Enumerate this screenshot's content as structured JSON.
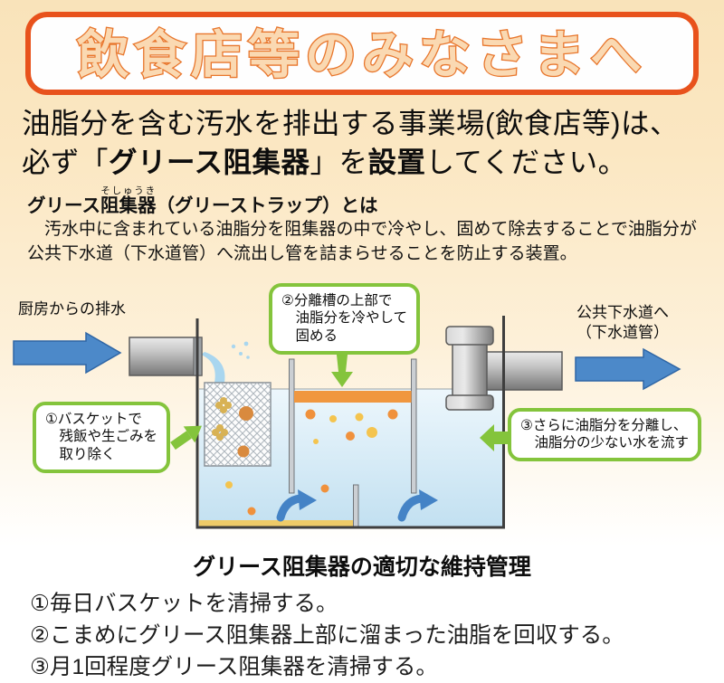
{
  "banner": {
    "title": "飲食店等のみなさまへ"
  },
  "statement": {
    "line1": "油脂分を含む汚水を排出する事業場(飲食店等)は、",
    "line2_parts": [
      "必ず「",
      "グリース阻集器",
      "」を",
      "設置",
      "してください。"
    ]
  },
  "definition": {
    "heading_pre": "グリース",
    "ruby_base": "阻集器",
    "ruby_text": "そしゅうき",
    "heading_post": "（グリーストラップ）とは",
    "body": "　汚水中に含まれている油脂分を阻集器の中で冷やし、固めて除去することで油脂分が\n公共下水道（下水道管）へ流出し管を詰まらせることを防止する装置。"
  },
  "diagram": {
    "kitchen_label": "厨房からの排水",
    "sewer_label": "公共下水道へ\n（下水道管）",
    "callout_basket": "①バスケットで\n　残飯や生ごみを\n　取り除く",
    "callout_cool": "②分離槽の上部で\n　油脂分を冷やして\n　固める",
    "callout_separate": "③さらに油脂分を分離し、\n　油脂分の少ない水を流す"
  },
  "maintenance": {
    "title": "グリース阻集器の適切な維持管理",
    "items": [
      "①毎日バスケットを清掃する。",
      "②こまめにグリース阻集器上部に溜まった油脂を回収する。",
      "③月1回程度グリース阻集器を清掃する。"
    ]
  },
  "colors": {
    "page_top": "#F9E3BA",
    "banner_border": "#E8521C",
    "title_fill": "#FAD9B2",
    "title_stroke": "#E8762C",
    "callout_green": "#84C43C",
    "arrow_blue": "#4C89C9",
    "arrow_blue_edge": "#2F66A5",
    "flow_arrow_blue": "#4483C6",
    "grease_band": "#F0973F",
    "dot_orange": "#F0913C",
    "dot_yellow": "#F4C44E",
    "sediment": "#EECB68",
    "water_top": "#EDF7FC",
    "water_bottom": "#C2E0F1"
  }
}
